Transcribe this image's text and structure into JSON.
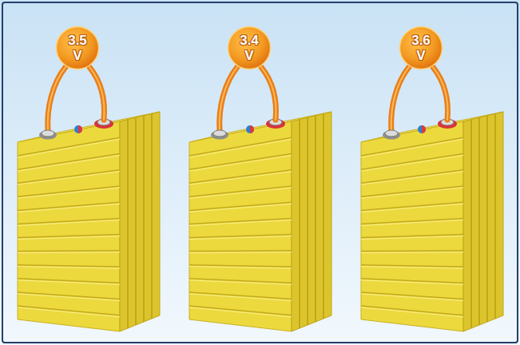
{
  "diagram": {
    "nodes": [
      {
        "text": [
          "3.5 V"
        ]
      },
      {
        "text": [
          "3.4 V"
        ]
      },
      {
        "text": [
          "3.6 V"
        ]
      }
    ]
  }
}
